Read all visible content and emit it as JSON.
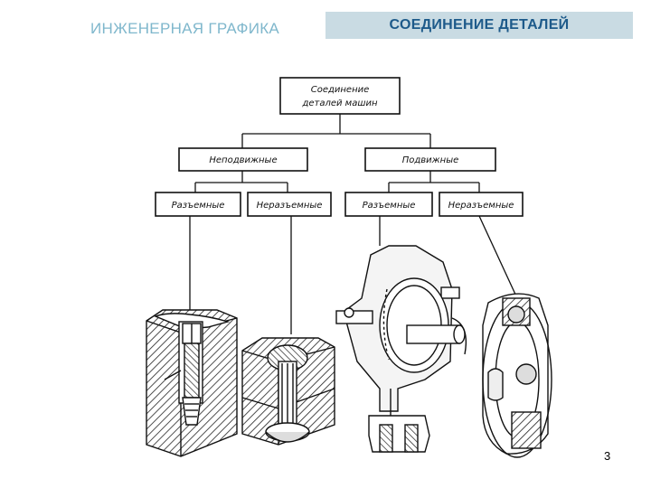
{
  "header": {
    "subject": "ИНЖЕНЕРНАЯ ГРАФИКА",
    "title": "СОЕДИНЕНИЕ ДЕТАЛЕЙ"
  },
  "diagram": {
    "root": {
      "line1": "Соединение",
      "line2": "деталей машин"
    },
    "level1": [
      {
        "label": "Неподвижные"
      },
      {
        "label": "Подвижные"
      }
    ],
    "level2": [
      {
        "label": "Разъемные"
      },
      {
        "label": "Неразъемные"
      },
      {
        "label": "Разъемные"
      },
      {
        "label": "Неразъемные"
      }
    ]
  },
  "page_number": "3"
}
